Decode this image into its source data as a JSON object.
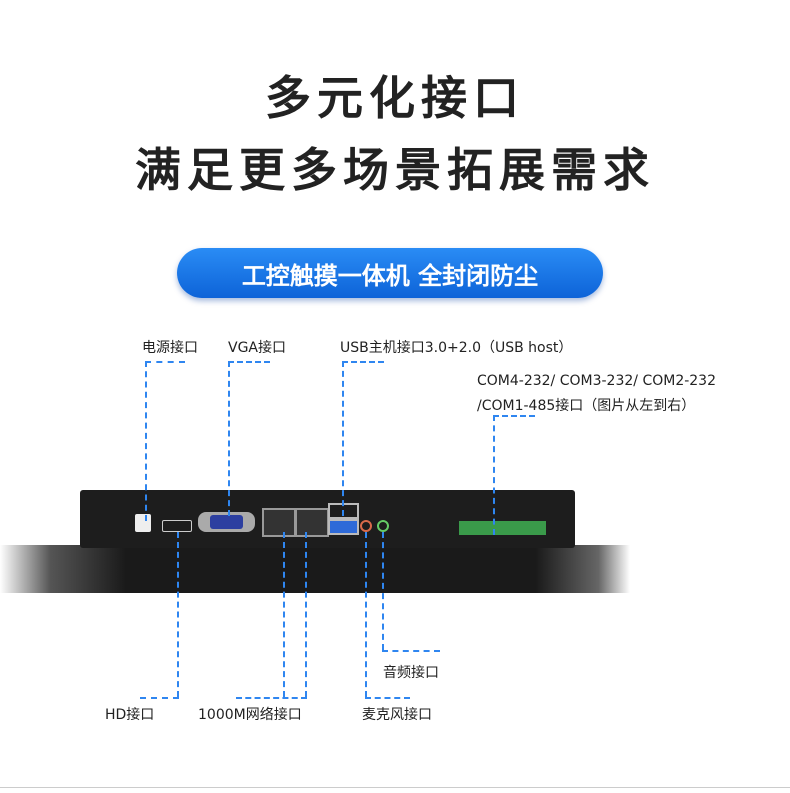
{
  "heading": {
    "line1": "多元化接口",
    "line2": "满足更多场景拓展需求"
  },
  "badge": "工控触摸一体机 全封闭防尘",
  "labels": {
    "power": "电源接口",
    "vga": "VGA接口",
    "usb": "USB主机接口3.0+2.0（USB host）",
    "com_line1": "COM4-232/ COM3-232/ COM2-232",
    "com_line2": "/COM1-485接口（图片从左到右）",
    "hd": "HD接口",
    "lan": "1000M网络接口",
    "mic": "麦克风接口",
    "audio": "音频接口"
  },
  "colors": {
    "accent": "#2f86f0",
    "badge": "#1a76e8"
  }
}
